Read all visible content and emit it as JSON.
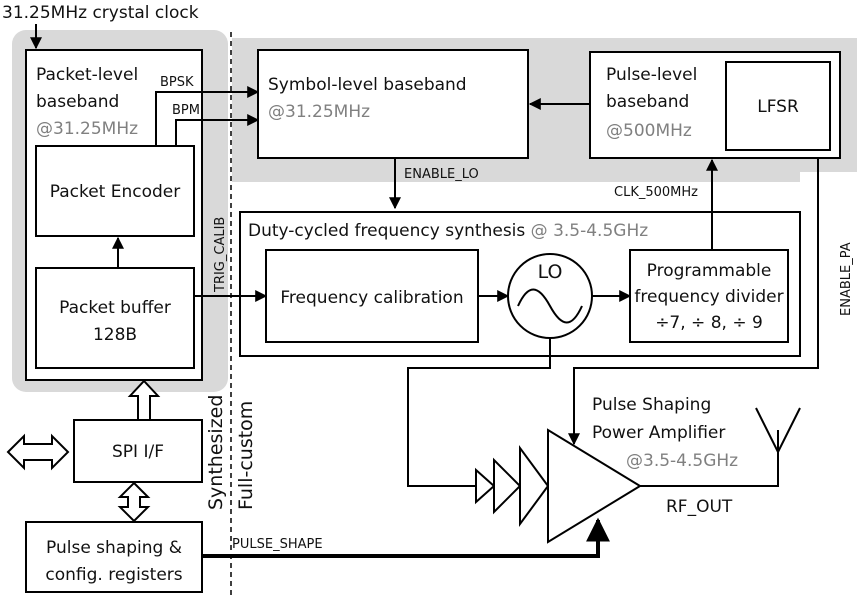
{
  "colors": {
    "background": "#ffffff",
    "shaded_region": "#d9d9d9",
    "stroke": "#000000",
    "frequency_text": "#808080"
  },
  "clock_label": "31.25MHz crystal clock",
  "packet_level": {
    "title_line1": "Packet-level",
    "title_line2": "baseband",
    "freq": "@31.25MHz"
  },
  "bpsk": "BPSK",
  "bpm": "BPM",
  "packet_encoder": "Packet Encoder",
  "packet_buffer": {
    "line1": "Packet buffer",
    "line2": "128B"
  },
  "symbol_level": {
    "title": "Symbol-level baseband",
    "freq": "@31.25MHz"
  },
  "pulse_level": {
    "title_line1": "Pulse-level",
    "title_line2": "baseband",
    "freq": "@500MHz"
  },
  "lfsr": "LFSR",
  "enable_lo": "ENABLE_LO",
  "clk_500": "CLK_500MHz",
  "trig_calib": "TRIG_CALIB",
  "enable_pa": "ENABLE_PA",
  "synthesis": {
    "title": "Duty-cycled frequency synthesis",
    "freq": "@ 3.5-4.5GHz"
  },
  "freq_calibration": "Frequency calibration",
  "lo": "LO",
  "divider": {
    "line1": "Programmable",
    "line2": "frequency divider",
    "line3": "÷7, ÷ 8, ÷ 9"
  },
  "spi": "SPI  I/F",
  "pulse_regs": {
    "line1": "Pulse shaping  &",
    "line2": "config. registers"
  },
  "pulse_shape": "PULSE_SHAPE",
  "synthesized": "Synthesized",
  "full_custom": "Full-custom",
  "pa": {
    "line1": "Pulse Shaping",
    "line2": "Power Amplifier",
    "freq": "@3.5-4.5GHz"
  },
  "rf_out": "RF_OUT"
}
